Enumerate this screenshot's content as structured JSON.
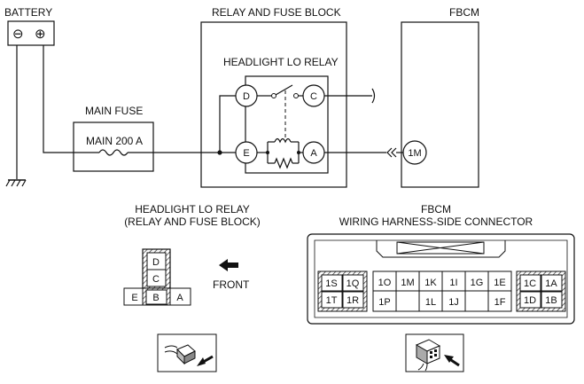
{
  "battery": {
    "label": "BATTERY",
    "neg": "⊖",
    "pos": "⊕"
  },
  "relay_fuse_block": {
    "label": "RELAY AND FUSE BLOCK"
  },
  "fbcm": {
    "label": "FBCM",
    "terminal": "1M"
  },
  "headlight_relay": {
    "label": "HEADLIGHT LO RELAY",
    "terminals": {
      "d": "D",
      "c": "C",
      "e": "E",
      "a": "A"
    }
  },
  "main_fuse": {
    "label": "MAIN FUSE",
    "rating": "MAIN 200 A"
  },
  "relay_connector": {
    "title_line1": "HEADLIGHT LO RELAY",
    "title_line2": "(RELAY AND FUSE BLOCK)",
    "pins": {
      "d": "D",
      "c": "C",
      "e": "E",
      "b": "B",
      "a": "A"
    },
    "front_label": "FRONT"
  },
  "fbcm_connector": {
    "title_line1": "FBCM",
    "title_line2": "WIRING HARNESS-SIDE CONNECTOR",
    "left_pins": [
      "1S",
      "1Q",
      "1T",
      "1R"
    ],
    "middle_top": [
      "1O",
      "1M",
      "1K",
      "1I",
      "1G",
      "1E"
    ],
    "middle_bottom": [
      "1P",
      "",
      "1L",
      "1J",
      "",
      "1F"
    ],
    "right_pins": [
      "1C",
      "1A",
      "1D",
      "1B"
    ]
  }
}
